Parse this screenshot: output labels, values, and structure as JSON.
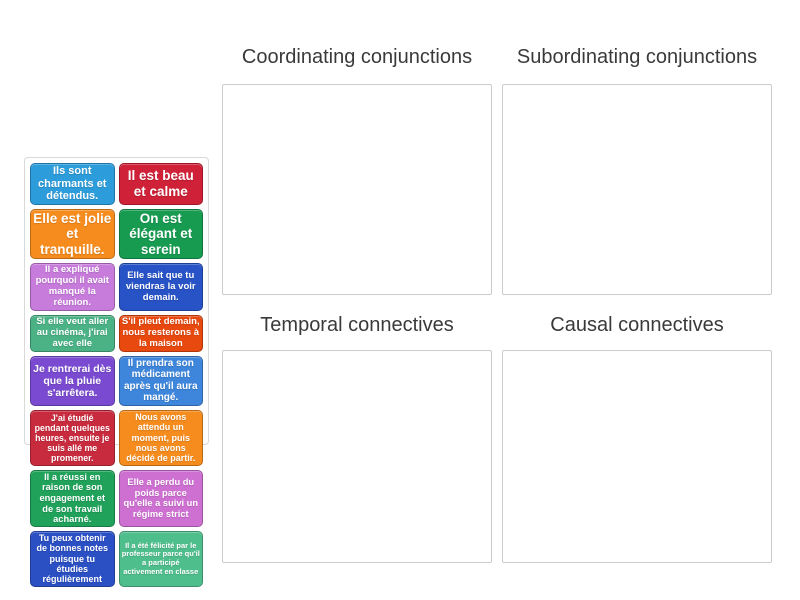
{
  "categories": [
    {
      "id": "coordinating-conjunctions",
      "label": "Coordinating conjunctions"
    },
    {
      "id": "subordinating-conjunctions",
      "label": "Subordinating conjunctions"
    },
    {
      "id": "temporal-connectives",
      "label": "Temporal connectives"
    },
    {
      "id": "causal-connectives",
      "label": "Causal connectives"
    }
  ],
  "tiles": [
    {
      "text": "Ils sont charmants et détendus.",
      "color": "#2D9CDB"
    },
    {
      "text": "Il est beau et calme",
      "color": "#CF2137"
    },
    {
      "text": "Elle est jolie et tranquille.",
      "color": "#F68C1E"
    },
    {
      "text": "On est élégant et serein",
      "color": "#169B51"
    },
    {
      "text": "Il a expliqué pourquoi il avait manqué la réunion.",
      "color": "#C77BDB"
    },
    {
      "text": "Elle sait que tu viendras la voir demain.",
      "color": "#2853C6"
    },
    {
      "text": "Si elle veut aller au cinéma, j'irai avec elle",
      "color": "#4BB286"
    },
    {
      "text": "S'il pleut demain, nous resterons à la maison",
      "color": "#E8490F"
    },
    {
      "text": "Je rentrerai dès que la pluie s'arrêtera.",
      "color": "#7A4BD0"
    },
    {
      "text": "Il prendra son médicament après qu'il aura mangé.",
      "color": "#3E86DB"
    },
    {
      "text": "J'ai étudié pendant quelques heures, ensuite je suis allé me promener.",
      "color": "#C92B3E"
    },
    {
      "text": "Nous avons attendu un moment, puis nous avons décidé de partir.",
      "color": "#F68C1E"
    },
    {
      "text": "Il a réussi en raison de son engagement et de son travail acharné.",
      "color": "#21A25B"
    },
    {
      "text": "Elle a perdu du poids parce qu'elle a suivi un régime strict",
      "color": "#CE70D2"
    },
    {
      "text": "Tu peux obtenir de bonnes notes puisque tu étudies régulièrement",
      "color": "#2B50C4"
    },
    {
      "text": "Il a été félicité par le professeur parce qu'il a participé activement en classe",
      "color": "#4FBE8D"
    }
  ]
}
